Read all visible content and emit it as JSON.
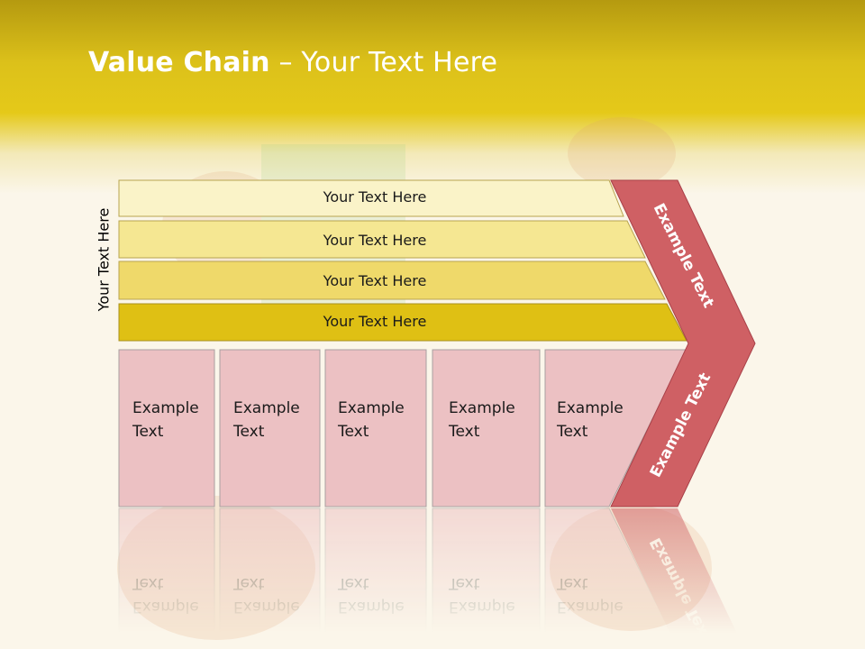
{
  "title": {
    "bold": "Value Chain",
    "rest": " – Your Text Here"
  },
  "side_label": "Your Text Here",
  "bars": [
    "Your Text Here",
    "Your Text Here",
    "Your Text Here",
    "Your Text Here"
  ],
  "boxes": [
    [
      "Example",
      "Text"
    ],
    [
      "Example",
      "Text"
    ],
    [
      "Example",
      "Text"
    ],
    [
      "Example",
      "Text"
    ],
    [
      "Example",
      "Text"
    ]
  ],
  "chevron": {
    "upper": "Example Text",
    "lower": "Example Text"
  },
  "colors": {
    "bar1": "#faf3c8",
    "bar2": "#f5e792",
    "bar3": "#efd96a",
    "bar4": "#dfc014",
    "box": "#ecc1c3",
    "chevron": "#cf6064"
  }
}
